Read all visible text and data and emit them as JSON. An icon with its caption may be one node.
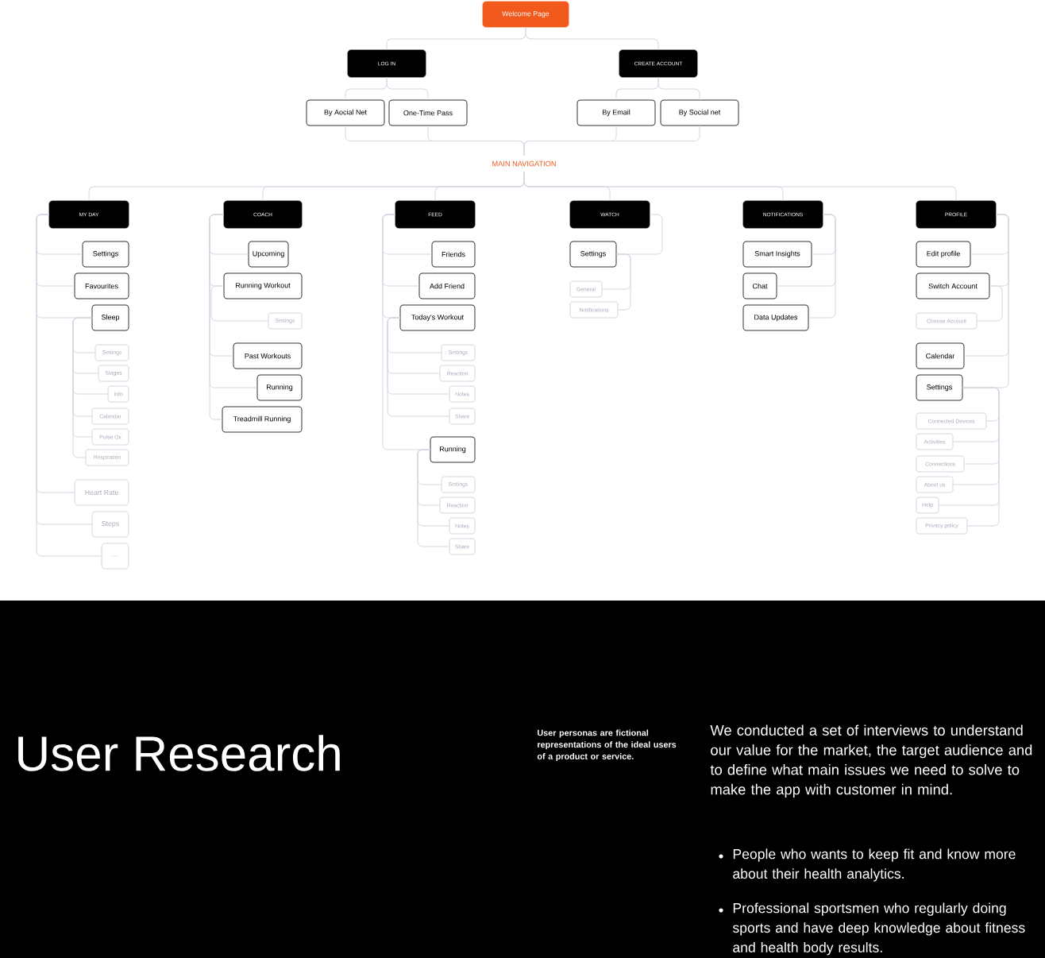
{
  "diagram": {
    "nodes": [
      {
        "text": [
          "Welcome Page"
        ]
      },
      {
        "text": [
          "LOG IN"
        ]
      },
      {
        "text": [
          "CREATE ACCOUNT"
        ]
      },
      {
        "text": [
          "By Aocial Net"
        ]
      },
      {
        "text": [
          "One-Time Pass"
        ]
      },
      {
        "text": [
          "By Email"
        ]
      },
      {
        "text": [
          "By Social net"
        ]
      },
      {
        "text": [
          "MAIN NAVIGATION"
        ]
      },
      {
        "text": [
          "MY DAY"
        ]
      },
      {
        "text": [
          "COACH"
        ]
      },
      {
        "text": [
          "FEED"
        ]
      },
      {
        "text": [
          "WATCH"
        ]
      },
      {
        "text": [
          "NOTIFICATIONS"
        ]
      },
      {
        "text": [
          "PROFILE"
        ]
      },
      {
        "text": [
          "Settings"
        ]
      },
      {
        "text": [
          "Favourites"
        ]
      },
      {
        "text": [
          "Sleep"
        ]
      },
      {
        "text": [
          "Settings"
        ]
      },
      {
        "text": [
          "Stages"
        ]
      },
      {
        "text": [
          "Info"
        ]
      },
      {
        "text": [
          "Calendar"
        ]
      },
      {
        "text": [
          "Pulse Ox"
        ]
      },
      {
        "text": [
          "Respiration"
        ]
      },
      {
        "text": [
          "Heart Rate"
        ]
      },
      {
        "text": [
          "Steps"
        ]
      },
      {
        "text": [
          "..."
        ]
      },
      {
        "text": [
          "Upcoming"
        ]
      },
      {
        "text": [
          "Running Workout"
        ]
      },
      {
        "text": [
          "Settings"
        ]
      },
      {
        "text": [
          "Past Workouts"
        ]
      },
      {
        "text": [
          "Running"
        ]
      },
      {
        "text": [
          "Treadmill Running"
        ]
      },
      {
        "text": [
          "Friends"
        ]
      },
      {
        "text": [
          "Add Friend"
        ]
      },
      {
        "text": [
          "Today's Workout"
        ]
      },
      {
        "text": [
          "Settings"
        ]
      },
      {
        "text": [
          "Reaction"
        ]
      },
      {
        "text": [
          "Notes"
        ]
      },
      {
        "text": [
          "Share"
        ]
      },
      {
        "text": [
          "Running"
        ]
      },
      {
        "text": [
          "Settings"
        ]
      },
      {
        "text": [
          "Reaction"
        ]
      },
      {
        "text": [
          "Notes"
        ]
      },
      {
        "text": [
          "Share"
        ]
      },
      {
        "text": [
          "Settings"
        ]
      },
      {
        "text": [
          "General"
        ]
      },
      {
        "text": [
          "Notifications"
        ]
      },
      {
        "text": [
          "Smart Insights"
        ]
      },
      {
        "text": [
          "Chat"
        ]
      },
      {
        "text": [
          "Data Updates"
        ]
      },
      {
        "text": [
          "Edit profile"
        ]
      },
      {
        "text": [
          "Switch Account"
        ]
      },
      {
        "text": [
          "Choose Account"
        ]
      },
      {
        "text": [
          "Calendar"
        ]
      },
      {
        "text": [
          "Settings"
        ]
      },
      {
        "text": [
          "Connected Devices"
        ]
      },
      {
        "text": [
          "Activities"
        ]
      },
      {
        "text": [
          "Connections"
        ]
      },
      {
        "text": [
          "About us"
        ]
      },
      {
        "text": [
          "Help"
        ]
      },
      {
        "text": [
          "Privacy policy"
        ]
      }
    ],
    "edges": [
      {
        "from": 0,
        "to": 1,
        "arrow": "none"
      },
      {
        "from": 0,
        "to": 2,
        "arrow": "none"
      },
      {
        "from": 1,
        "to": 3,
        "arrow": "none"
      },
      {
        "from": 1,
        "to": 4,
        "arrow": "none"
      },
      {
        "from": 2,
        "to": 5,
        "arrow": "none"
      },
      {
        "from": 2,
        "to": 6,
        "arrow": "none"
      },
      {
        "from": 3,
        "to": 7,
        "arrow": "none"
      },
      {
        "from": 4,
        "to": 7,
        "arrow": "none"
      },
      {
        "from": 5,
        "to": 7,
        "arrow": "none"
      },
      {
        "from": 6,
        "to": 7,
        "arrow": "none"
      },
      {
        "from": 7,
        "to": 8,
        "arrow": "none"
      },
      {
        "from": 7,
        "to": 9,
        "arrow": "none"
      },
      {
        "from": 7,
        "to": 10,
        "arrow": "none"
      },
      {
        "from": 7,
        "to": 11,
        "arrow": "none"
      },
      {
        "from": 7,
        "to": 12,
        "arrow": "none"
      },
      {
        "from": 7,
        "to": 13,
        "arrow": "none"
      },
      {
        "from": 8,
        "to": 14,
        "arrow": "none"
      },
      {
        "from": 8,
        "to": 15,
        "arrow": "none"
      },
      {
        "from": 8,
        "to": 16,
        "arrow": "none"
      },
      {
        "from": 16,
        "to": 17,
        "arrow": "none"
      },
      {
        "from": 16,
        "to": 18,
        "arrow": "none"
      },
      {
        "from": 16,
        "to": 19,
        "arrow": "none"
      },
      {
        "from": 16,
        "to": 20,
        "arrow": "none"
      },
      {
        "from": 16,
        "to": 21,
        "arrow": "none"
      },
      {
        "from": 16,
        "to": 22,
        "arrow": "none"
      },
      {
        "from": 8,
        "to": 23,
        "arrow": "none"
      },
      {
        "from": 8,
        "to": 24,
        "arrow": "none"
      },
      {
        "from": 8,
        "to": 25,
        "arrow": "none"
      },
      {
        "from": 9,
        "to": 26,
        "arrow": "none"
      },
      {
        "from": 9,
        "to": 27,
        "arrow": "none"
      },
      {
        "from": 27,
        "to": 28,
        "arrow": "none"
      },
      {
        "from": 9,
        "to": 29,
        "arrow": "none"
      },
      {
        "from": 9,
        "to": 30,
        "arrow": "none"
      },
      {
        "from": 9,
        "to": 31,
        "arrow": "none"
      },
      {
        "from": 10,
        "to": 32,
        "arrow": "none"
      },
      {
        "from": 10,
        "to": 33,
        "arrow": "none"
      },
      {
        "from": 10,
        "to": 34,
        "arrow": "none"
      },
      {
        "from": 34,
        "to": 35,
        "arrow": "none"
      },
      {
        "from": 34,
        "to": 36,
        "arrow": "none"
      },
      {
        "from": 34,
        "to": 37,
        "arrow": "none"
      },
      {
        "from": 34,
        "to": 38,
        "arrow": "none"
      },
      {
        "from": 10,
        "to": 39,
        "arrow": "none"
      },
      {
        "from": 39,
        "to": 40,
        "arrow": "none"
      },
      {
        "from": 39,
        "to": 41,
        "arrow": "none"
      },
      {
        "from": 39,
        "to": 42,
        "arrow": "none"
      },
      {
        "from": 39,
        "to": 43,
        "arrow": "none"
      },
      {
        "from": 11,
        "to": 44,
        "arrow": "none"
      },
      {
        "from": 44,
        "to": 45,
        "arrow": "none"
      },
      {
        "from": 44,
        "to": 46,
        "arrow": "none"
      },
      {
        "from": 12,
        "to": 47,
        "arrow": "none"
      },
      {
        "from": 12,
        "to": 48,
        "arrow": "none"
      },
      {
        "from": 12,
        "to": 49,
        "arrow": "none"
      },
      {
        "from": 13,
        "to": 50,
        "arrow": "none"
      },
      {
        "from": 13,
        "to": 51,
        "arrow": "none"
      },
      {
        "from": 51,
        "to": 52,
        "arrow": "none"
      },
      {
        "from": 13,
        "to": 53,
        "arrow": "none"
      },
      {
        "from": 13,
        "to": 54,
        "arrow": "none"
      },
      {
        "from": 54,
        "to": 55,
        "arrow": "none"
      },
      {
        "from": 54,
        "to": 56,
        "arrow": "none"
      },
      {
        "from": 54,
        "to": 57,
        "arrow": "none"
      },
      {
        "from": 54,
        "to": 58,
        "arrow": "none"
      },
      {
        "from": 54,
        "to": 59,
        "arrow": "none"
      },
      {
        "from": 54,
        "to": 60,
        "arrow": "none"
      }
    ],
    "labels": [
      "User Research",
      "User personas are fictional representations of the ideal users of a product or service.",
      "We conducted a set of interviews to understand our value for the market, the target audience and to define what main issues we need to solve to make the app with customer in mind.",
      "People who wants to keep fit and know more about their health analytics.",
      "Professional sportsmen who regularly doing sports and have deep knowledge about fitness and health body results."
    ]
  }
}
